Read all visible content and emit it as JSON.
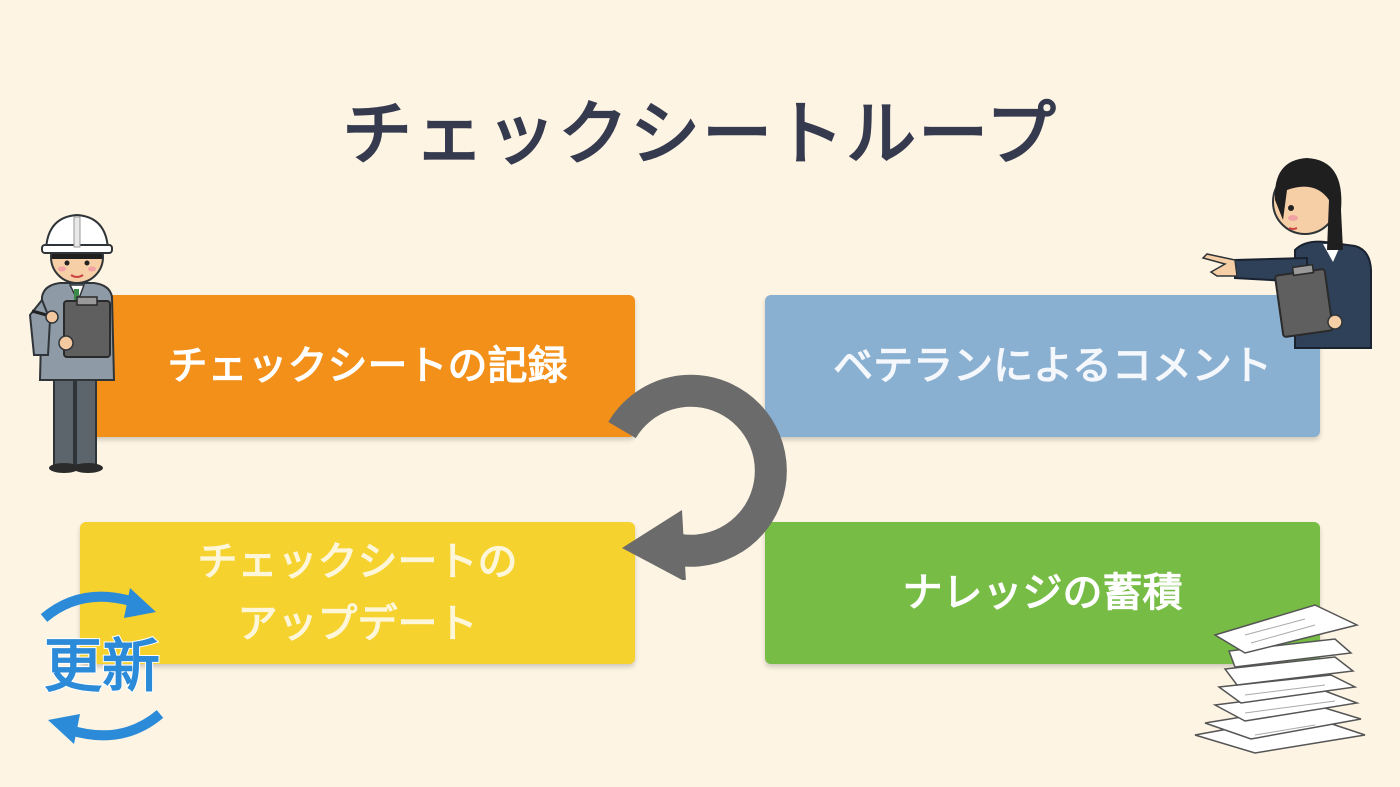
{
  "title": "チェックシートループ",
  "boxes": {
    "record": "チェックシートの記録",
    "comment": "ベテランによるコメント",
    "update_line1": "チェックシートの",
    "update_line2": "アップデート",
    "knowledge": "ナレッジの蓄積"
  },
  "update_icon": {
    "text": "更新"
  },
  "colors": {
    "background": "#fdf4e3",
    "record": "#f39019",
    "comment": "#89afd1",
    "update": "#f6d22e",
    "knowledge": "#76bc45",
    "arrow": "#6b6b6b",
    "title": "#363a4f"
  },
  "icons": [
    "loop-arrow-icon",
    "worker-with-clipboard-illustration",
    "veteran-pointing-illustration",
    "update-refresh-icon",
    "paper-stack-illustration"
  ]
}
